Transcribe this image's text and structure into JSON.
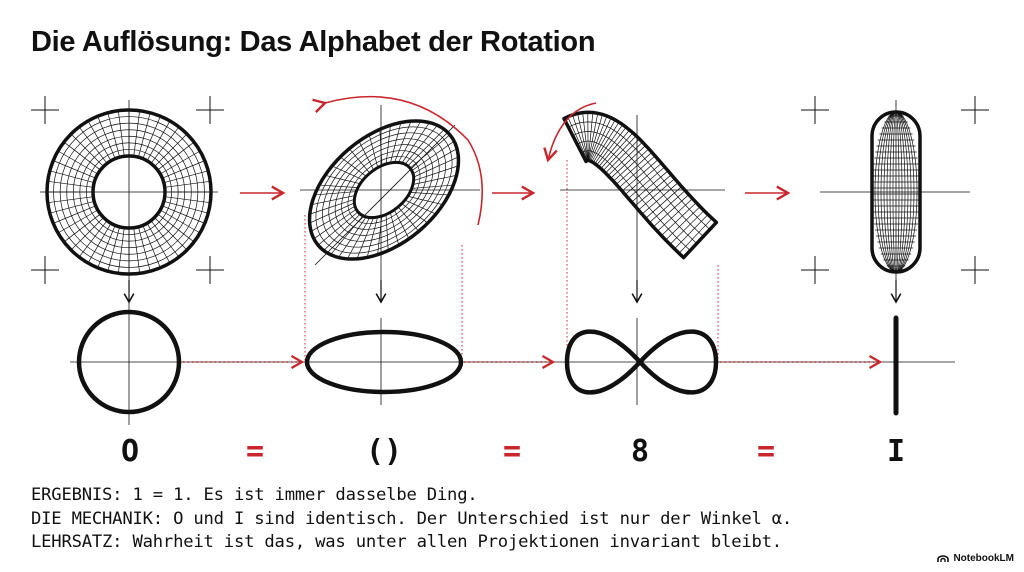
{
  "title": "Die Auflösung: Das Alphabet der Rotation",
  "symbols": [
    "O",
    "()",
    "8",
    "I"
  ],
  "equals_sign": "=",
  "notes": [
    "ERGEBNIS: 1 = 1. Es ist immer dasselbe Ding.",
    "DIE MECHANIK: O und I sind identisch. Der Unterschied ist nur der Winkel α.",
    "LEHRSATZ: Wahrheit ist das, was unter allen Projektionen invariant bleibt."
  ],
  "brand": "NotebookLM",
  "colors": {
    "ink": "#111111",
    "accent": "#c8262b"
  }
}
